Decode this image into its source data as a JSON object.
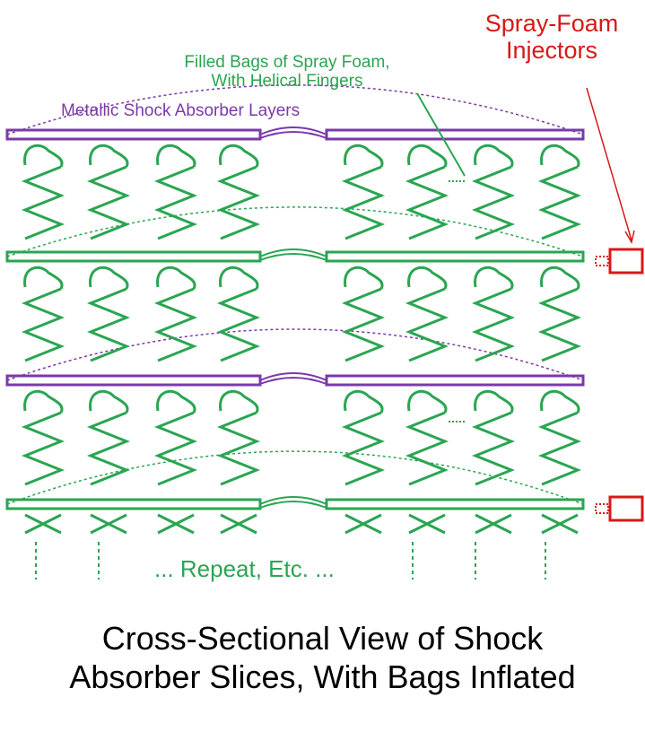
{
  "labels": {
    "injectors_line1": "Spray-Foam",
    "injectors_line2": "Injectors",
    "bags_line1": "Filled Bags of Spray Foam,",
    "bags_line2": "With Helical Fingers",
    "metallic": "Metallic Shock Absorber Layers",
    "repeat": "... Repeat, Etc. ..."
  },
  "caption": {
    "line1": "Cross-Sectional View of Shock",
    "line2": "Absorber Slices, With Bags Inflated"
  },
  "colors": {
    "green": "#2aa552",
    "purple": "#7a3aa8",
    "red": "#d81818",
    "text": "#000000"
  }
}
